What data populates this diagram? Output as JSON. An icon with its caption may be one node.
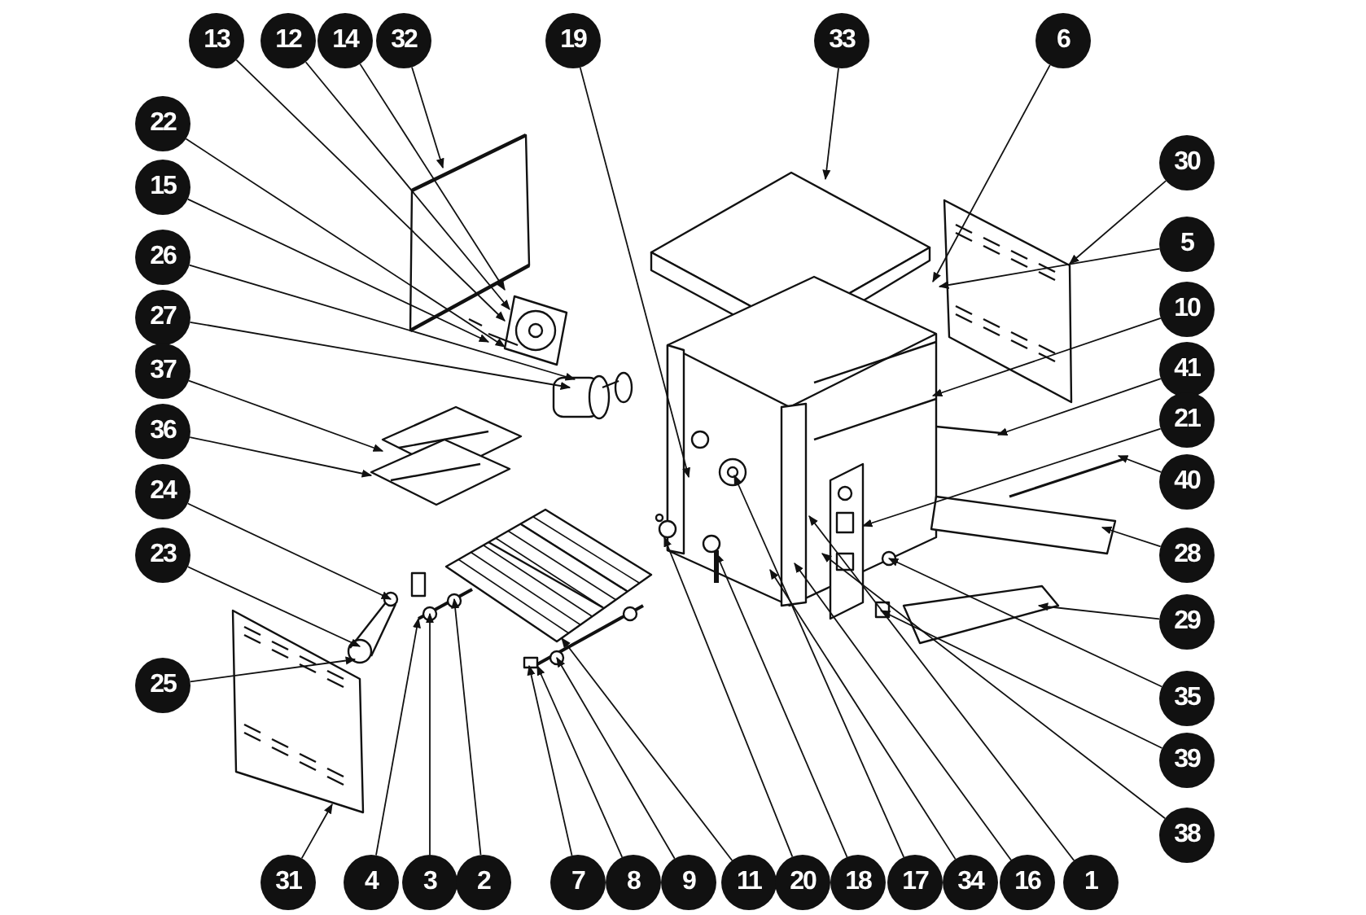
{
  "diagram": {
    "nodes": [
      {
        "text": [
          "13"
        ]
      },
      {
        "text": [
          "12"
        ]
      },
      {
        "text": [
          "14"
        ]
      },
      {
        "text": [
          "32"
        ]
      },
      {
        "text": [
          "19"
        ]
      },
      {
        "text": [
          "33"
        ]
      },
      {
        "text": [
          "6"
        ]
      },
      {
        "text": [
          "22"
        ]
      },
      {
        "text": [
          "30"
        ]
      },
      {
        "text": [
          "15"
        ]
      },
      {
        "text": [
          "5"
        ]
      },
      {
        "text": [
          "26"
        ]
      },
      {
        "text": [
          "10"
        ]
      },
      {
        "text": [
          "27"
        ]
      },
      {
        "text": [
          "41"
        ]
      },
      {
        "text": [
          "37"
        ]
      },
      {
        "text": [
          "21"
        ]
      },
      {
        "text": [
          "36"
        ]
      },
      {
        "text": [
          "40"
        ]
      },
      {
        "text": [
          "24"
        ]
      },
      {
        "text": [
          "23"
        ]
      },
      {
        "text": [
          "28"
        ]
      },
      {
        "text": [
          "29"
        ]
      },
      {
        "text": [
          "25"
        ]
      },
      {
        "text": [
          "35"
        ]
      },
      {
        "text": [
          "39"
        ]
      },
      {
        "text": [
          "38"
        ]
      },
      {
        "text": [
          "31"
        ]
      },
      {
        "text": [
          "4"
        ]
      },
      {
        "text": [
          "3"
        ]
      },
      {
        "text": [
          "2"
        ]
      },
      {
        "text": [
          "7"
        ]
      },
      {
        "text": [
          "8"
        ]
      },
      {
        "text": [
          "9"
        ]
      },
      {
        "text": [
          "11"
        ]
      },
      {
        "text": [
          "20"
        ]
      },
      {
        "text": [
          "18"
        ]
      },
      {
        "text": [
          "17"
        ]
      },
      {
        "text": [
          "34"
        ]
      },
      {
        "text": [
          "16"
        ]
      },
      {
        "text": [
          "1"
        ]
      }
    ],
    "edges": [
      {
        "from": 0,
        "to": null,
        "arrow": "to"
      },
      {
        "from": 1,
        "to": null,
        "arrow": "to"
      },
      {
        "from": 2,
        "to": null,
        "arrow": "to"
      },
      {
        "from": 3,
        "to": null,
        "arrow": "to"
      },
      {
        "from": 4,
        "to": null,
        "arrow": "to"
      },
      {
        "from": 5,
        "to": null,
        "arrow": "to"
      },
      {
        "from": 6,
        "to": null,
        "arrow": "to"
      },
      {
        "from": 7,
        "to": null,
        "arrow": "to"
      },
      {
        "from": 8,
        "to": null,
        "arrow": "to"
      },
      {
        "from": 9,
        "to": null,
        "arrow": "to"
      },
      {
        "from": 10,
        "to": null,
        "arrow": "to"
      },
      {
        "from": 11,
        "to": null,
        "arrow": "to"
      },
      {
        "from": 12,
        "to": null,
        "arrow": "to"
      },
      {
        "from": 13,
        "to": null,
        "arrow": "to"
      },
      {
        "from": 14,
        "to": null,
        "arrow": "to"
      },
      {
        "from": 15,
        "to": null,
        "arrow": "to"
      },
      {
        "from": 16,
        "to": null,
        "arrow": "to"
      },
      {
        "from": 17,
        "to": null,
        "arrow": "to"
      },
      {
        "from": 18,
        "to": null,
        "arrow": "to"
      },
      {
        "from": 19,
        "to": null,
        "arrow": "to"
      },
      {
        "from": 20,
        "to": null,
        "arrow": "to"
      },
      {
        "from": 21,
        "to": null,
        "arrow": "to"
      },
      {
        "from": 22,
        "to": null,
        "arrow": "to"
      },
      {
        "from": 23,
        "to": null,
        "arrow": "to"
      },
      {
        "from": 24,
        "to": null,
        "arrow": "to"
      },
      {
        "from": 25,
        "to": null,
        "arrow": "to"
      },
      {
        "from": 26,
        "to": null,
        "arrow": "to"
      },
      {
        "from": 27,
        "to": null,
        "arrow": "to"
      },
      {
        "from": 28,
        "to": null,
        "arrow": "to"
      },
      {
        "from": 29,
        "to": null,
        "arrow": "to"
      },
      {
        "from": 30,
        "to": null,
        "arrow": "to"
      },
      {
        "from": 31,
        "to": null,
        "arrow": "to"
      },
      {
        "from": 32,
        "to": null,
        "arrow": "to"
      },
      {
        "from": 33,
        "to": null,
        "arrow": "to"
      },
      {
        "from": 34,
        "to": null,
        "arrow": "to"
      },
      {
        "from": 35,
        "to": null,
        "arrow": "to"
      },
      {
        "from": 36,
        "to": null,
        "arrow": "to"
      },
      {
        "from": 37,
        "to": null,
        "arrow": "to"
      },
      {
        "from": 38,
        "to": null,
        "arrow": "to"
      },
      {
        "from": 39,
        "to": null,
        "arrow": "to"
      },
      {
        "from": 40,
        "to": null,
        "arrow": "to"
      }
    ]
  }
}
